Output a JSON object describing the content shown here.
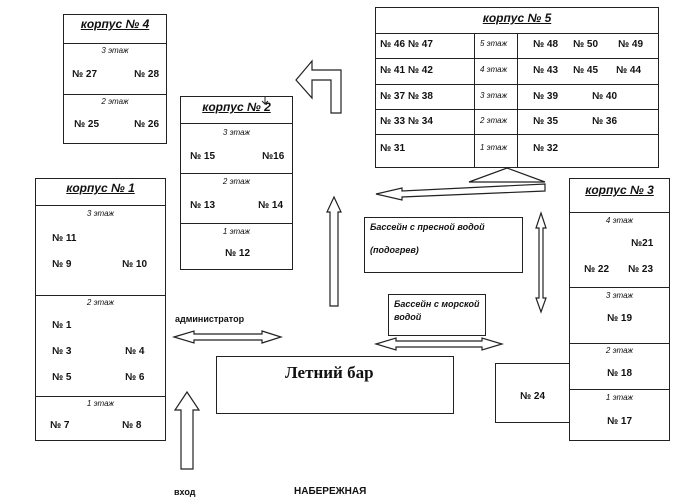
{
  "korpus4": {
    "title": "корпус № 4",
    "floor3": {
      "label": "3 этаж",
      "rooms": [
        "№ 27",
        "№ 28"
      ]
    },
    "floor2": {
      "label": "2 этаж",
      "rooms": [
        "№ 25",
        "№ 26"
      ]
    }
  },
  "korpus5": {
    "title": "корпус № 5",
    "rows": [
      {
        "left": "№ 46  № 47",
        "floor": "5 этаж",
        "right": [
          "№ 48",
          "№ 50",
          "№ 49"
        ]
      },
      {
        "left": "№ 41  № 42",
        "floor": "4 этаж",
        "right": [
          "№ 43",
          "№ 45",
          "№ 44"
        ]
      },
      {
        "left": "№ 37  № 38",
        "floor": "3 этаж",
        "right": [
          "№ 39",
          "№ 40"
        ]
      },
      {
        "left": "№ 33 № 34",
        "floor": "2 этаж",
        "right": [
          "№ 35",
          "№ 36"
        ]
      },
      {
        "left": "№ 31",
        "floor": "1 этаж",
        "right": [
          "№ 32"
        ]
      }
    ]
  },
  "korpus2": {
    "title": "корпус № 2",
    "floor3": {
      "label": "3 этаж",
      "rooms": [
        "№ 15",
        "№16"
      ]
    },
    "floor2": {
      "label": "2 этаж",
      "rooms": [
        "№ 13",
        "№ 14"
      ]
    },
    "floor1": {
      "label": "1 этаж",
      "rooms": [
        "№ 12"
      ]
    }
  },
  "korpus1": {
    "title": "корпус № 1",
    "floor3": {
      "label": "3 этаж",
      "rooms": [
        "№ 11",
        "№ 9",
        "№ 10"
      ]
    },
    "floor2": {
      "label": "2 этаж",
      "rooms": [
        "№ 1",
        "№ 3",
        "№ 4",
        "№ 5",
        "№ 6"
      ]
    },
    "floor1": {
      "label": "1 этаж",
      "rooms": [
        "№ 7",
        "№ 8"
      ]
    }
  },
  "korpus3": {
    "title": "корпус № 3",
    "floor4": {
      "label": "4 этаж",
      "rooms": [
        "№21",
        "№ 22",
        "№ 23"
      ]
    },
    "floor3": {
      "label": "3 этаж",
      "rooms": [
        "№ 19"
      ]
    },
    "floor2": {
      "label": "2 этаж",
      "rooms": [
        "№ 18"
      ]
    },
    "floor1": {
      "label": "1 этаж",
      "rooms": [
        "№ 17"
      ]
    },
    "annex_room": "№ 24"
  },
  "pool_fresh": {
    "line1": "Бассейн с пресной водой",
    "line2": "(подогрев)"
  },
  "pool_sea": {
    "line1": "Бассейн с морской",
    "line2": "водой"
  },
  "summer_bar": "Летний бар",
  "admin": "администратор",
  "entrance": "вход",
  "embankment": "НАБЕРЕЖНАЯ"
}
